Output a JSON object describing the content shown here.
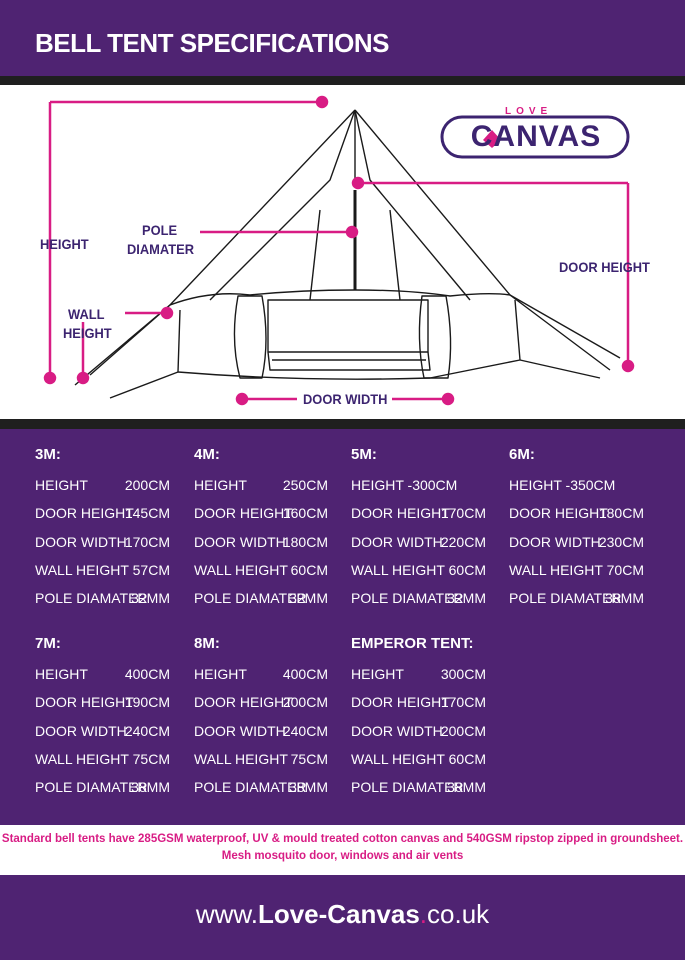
{
  "header": {
    "title": "BELL TENT SPECIFICATIONS"
  },
  "logo": {
    "top": "LOVE",
    "main": "CANVAS"
  },
  "diagram": {
    "height_label": "HEIGHT",
    "pole_label_1": "POLE",
    "pole_label_2": "DIAMATER",
    "wall_label_1": "WALL",
    "wall_label_2": "HEIGHT",
    "door_height_label": "DOOR HEIGHT",
    "door_width_label": "DOOR WIDTH"
  },
  "colors": {
    "purple": "#4f2372",
    "pink": "#d81c84",
    "navy": "#3c2470",
    "dark": "#1f1f1f"
  },
  "specs": [
    {
      "title": "3M:",
      "rows": [
        {
          "k": "HEIGHT",
          "v": "200CM"
        },
        {
          "k": "DOOR HEIGHT",
          "v": "145CM"
        },
        {
          "k": "DOOR WIDTH",
          "v": "170CM"
        },
        {
          "k": "WALL HEIGHT",
          "v": "57CM"
        },
        {
          "k": "POLE DIAMATER",
          "v": "32MM"
        }
      ]
    },
    {
      "title": "4M:",
      "rows": [
        {
          "k": "HEIGHT",
          "v": "250CM"
        },
        {
          "k": "DOOR HEIGHT",
          "v": "160CM"
        },
        {
          "k": "DOOR WIDTH",
          "v": "180CM"
        },
        {
          "k": "WALL HEIGHT",
          "v": "60CM"
        },
        {
          "k": "POLE DIAMATER",
          "v": "32MM"
        }
      ]
    },
    {
      "title": "5M:",
      "rows": [
        {
          "k": "HEIGHT -300CM",
          "v": ""
        },
        {
          "k": "DOOR HEIGHT",
          "v": "170CM"
        },
        {
          "k": "DOOR WIDTH",
          "v": "220CM"
        },
        {
          "k": "WALL HEIGHT",
          "v": "60CM"
        },
        {
          "k": "POLE DIAMATER",
          "v": "32MM"
        }
      ]
    },
    {
      "title": "6M:",
      "rows": [
        {
          "k": "HEIGHT -350CM",
          "v": ""
        },
        {
          "k": "DOOR HEIGHT",
          "v": "180CM"
        },
        {
          "k": "DOOR WIDTH",
          "v": "230CM"
        },
        {
          "k": "WALL HEIGHT",
          "v": "70CM"
        },
        {
          "k": "POLE DIAMATER",
          "v": "38MM"
        }
      ]
    },
    {
      "title": "7M:",
      "rows": [
        {
          "k": "HEIGHT",
          "v": "400CM"
        },
        {
          "k": "DOOR HEIGHT",
          "v": "190CM"
        },
        {
          "k": "DOOR WIDTH",
          "v": "240CM"
        },
        {
          "k": "WALL HEIGHT",
          "v": "75CM"
        },
        {
          "k": "POLE DIAMATER",
          "v": "38MM"
        }
      ]
    },
    {
      "title": "8M:",
      "rows": [
        {
          "k": "HEIGHT",
          "v": "400CM"
        },
        {
          "k": "DOOR HEIGHT",
          "v": "200CM"
        },
        {
          "k": "DOOR WIDTH",
          "v": "240CM"
        },
        {
          "k": "WALL HEIGHT",
          "v": "75CM"
        },
        {
          "k": "POLE DIAMATER",
          "v": "38MM"
        }
      ]
    },
    {
      "title": "EMPEROR TENT:",
      "rows": [
        {
          "k": "HEIGHT",
          "v": "300CM"
        },
        {
          "k": "DOOR HEIGHT",
          "v": "170CM"
        },
        {
          "k": "DOOR WIDTH",
          "v": "200CM"
        },
        {
          "k": "WALL HEIGHT",
          "v": "60CM"
        },
        {
          "k": "POLE DIAMATER",
          "v": "38MM"
        }
      ]
    }
  ],
  "note": {
    "line1": "Standard bell tents have 285GSM waterproof, UV & mould treated cotton canvas and 540GSM ripstop zipped in groundsheet.",
    "line2": "Mesh mosquito door, windows and air vents"
  },
  "footer": {
    "prefix": "www.",
    "name": "Love-Canvas",
    "dot": ".",
    "suffix": "co.uk"
  }
}
